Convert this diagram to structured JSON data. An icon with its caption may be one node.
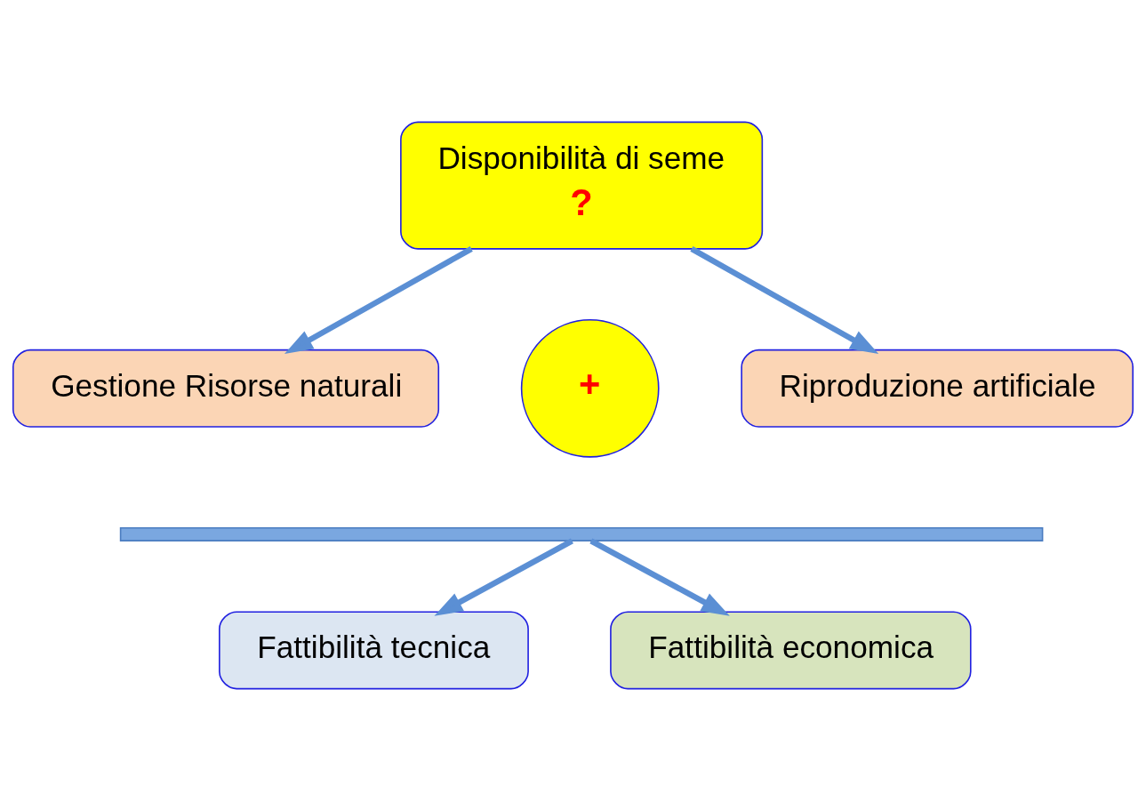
{
  "diagram": {
    "nodes": [
      {
        "text": [
          "Disponibilità di seme",
          "?"
        ]
      },
      {
        "text": [
          "Gestione Risorse naturali"
        ]
      },
      {
        "text": [
          "+"
        ]
      },
      {
        "text": [
          "Riproduzione artificiale"
        ]
      },
      {
        "text": [],
        "shape": "bar"
      },
      {
        "text": [
          "Fattibilità tecnica"
        ]
      },
      {
        "text": [
          "Fattibilità economica"
        ]
      }
    ],
    "edges": [
      {
        "from": 0,
        "to": 1,
        "arrow": "to"
      },
      {
        "from": 0,
        "to": 3,
        "arrow": "to"
      },
      {
        "from": 4,
        "to": 5,
        "arrow": "to"
      },
      {
        "from": 4,
        "to": 6,
        "arrow": "to"
      }
    ]
  }
}
